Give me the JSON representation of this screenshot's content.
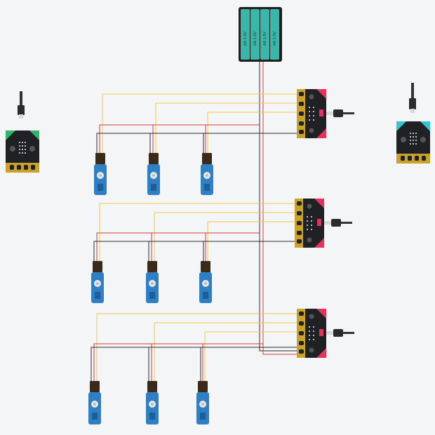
{
  "battery_pack": {
    "cells": [
      "AA 1.5V",
      "AA 1.5V",
      "AA 1.5V",
      "AA 1.5V"
    ]
  },
  "colors": {
    "background": "#f4f5f6",
    "wire_signal": "#f2c94c",
    "wire_power": "#d83b3b",
    "wire_ground": "#2b2b2b",
    "battery": "#39b7a8",
    "microbit_board": "#202124",
    "microbit_accent_pink": "#e8305b",
    "microbit_accent_teal": "#39c4d6",
    "microbit_accent_green": "#2fb46a",
    "servo_body": "#2f7fc4",
    "pin_gold": "#c9a227"
  },
  "components": {
    "standalone_microbits": 2,
    "connected_microbits": 3,
    "servos_per_group": 3,
    "servo_groups": 3
  }
}
